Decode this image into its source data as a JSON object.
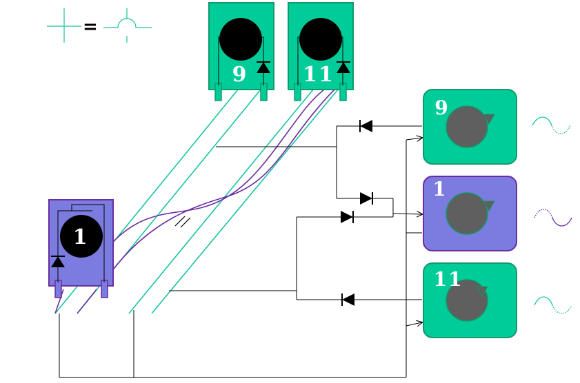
{
  "legend": {
    "equals_symbol": "="
  },
  "modules": {
    "top_left": {
      "label": "9"
    },
    "top_right": {
      "label": "11"
    },
    "left": {
      "label": "1"
    }
  },
  "outputs": {
    "top": {
      "label": "9"
    },
    "middle": {
      "label": "1"
    },
    "bottom": {
      "label": "11"
    }
  },
  "crossing_mark": "//",
  "colors": {
    "green": "#00cc99",
    "green_border": "#0f9a6a",
    "purple": "#7b7be0",
    "purple_border": "#6a2da0",
    "wire_green": "#19c3a0",
    "wire_purple": "#6a2da0",
    "disk": "#000000",
    "knob": "#5f5f5f"
  }
}
